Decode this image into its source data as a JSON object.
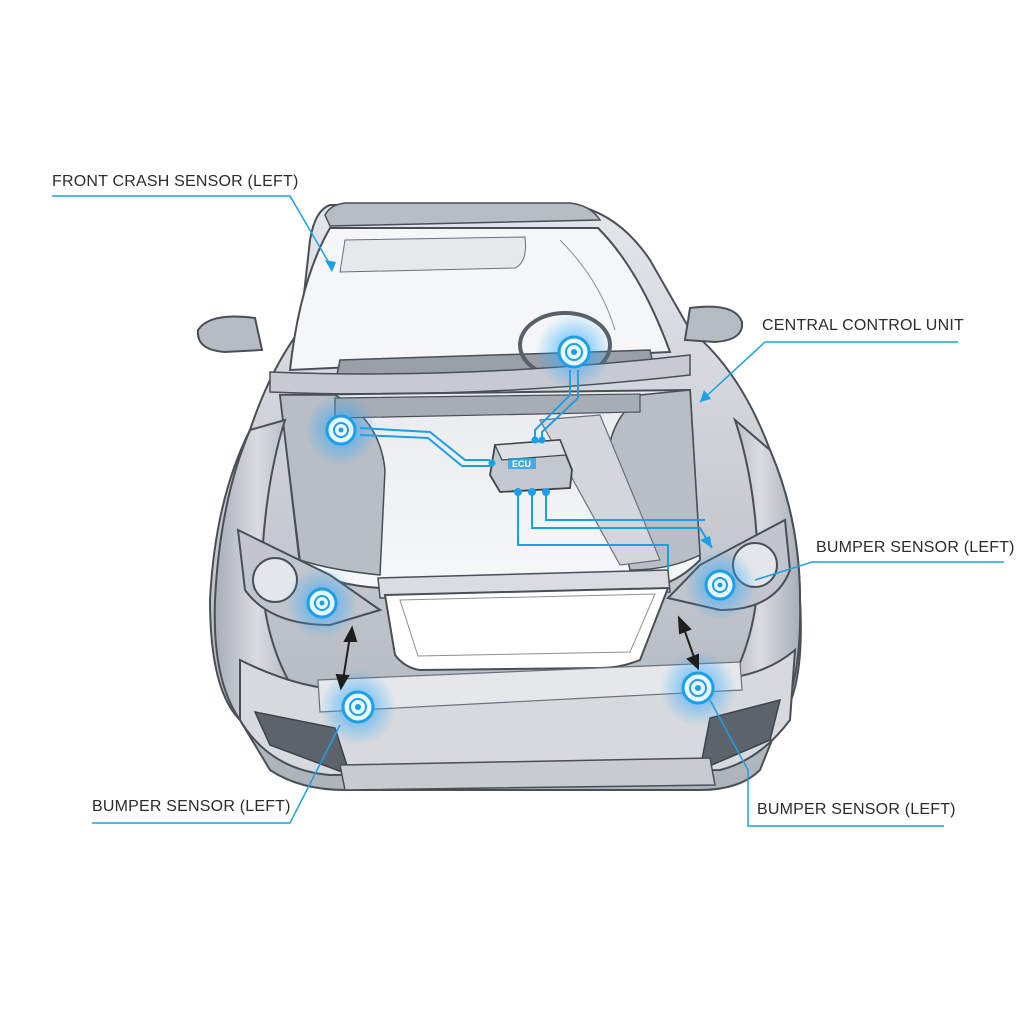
{
  "labels": {
    "front_crash_sensor_left": "FRONT CRASH SENSOR (LEFT)",
    "central_control_unit": "CENTRAL CONTROL UNIT",
    "bumper_sensor_right_side": "BUMPER SENSOR (LEFT)",
    "bumper_sensor_bottom_left": "BUMPER SENSOR (LEFT)",
    "bumper_sensor_bottom_right": "BUMPER SENSOR (LEFT)"
  },
  "ecu_marking": "ECU",
  "colors": {
    "accent_blue": "#1aa0e6",
    "sensor_glow": "#2fa8ff",
    "car_body": "#c9cdd3",
    "car_outline": "#4a4f57",
    "label_text": "#2b2b2b"
  }
}
